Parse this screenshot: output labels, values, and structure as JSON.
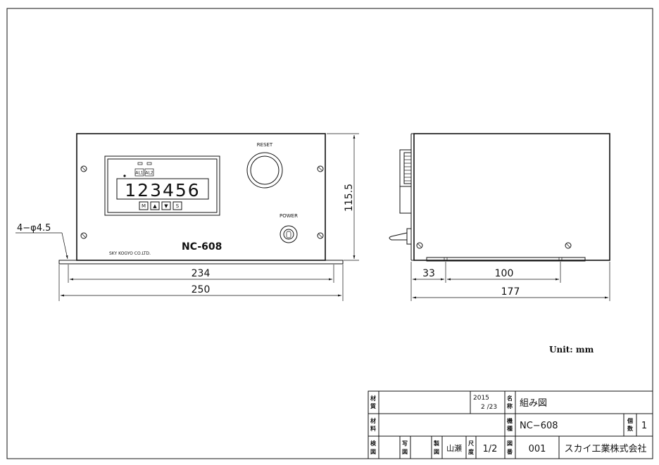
{
  "front_view": {
    "label_reset": "RESET",
    "label_power": "POWER",
    "model": "NC-608",
    "maker": "SKY KOGYO CO.LTD.",
    "display_digits": "123456",
    "alarm_labels": [
      "AL1",
      "AL2"
    ],
    "keys": [
      "M",
      "▲",
      "▼",
      "S"
    ],
    "dims": {
      "width_inner": "234",
      "width_outer": "250",
      "height": "115.5",
      "holes": "4−φ4.5"
    }
  },
  "side_view": {
    "dims": {
      "front_offset": "33",
      "hole_pitch": "100",
      "depth": "177"
    }
  },
  "unit_note": "Unit: mm",
  "title_block": {
    "material_label": [
      "材",
      "質"
    ],
    "material2_label": [
      "材",
      "料"
    ],
    "inspect_label": [
      "検",
      "図"
    ],
    "copy_label": [
      "写",
      "図"
    ],
    "draw_label": [
      "製",
      "図"
    ],
    "scale_label": [
      "尺",
      "度"
    ],
    "name_label": [
      "名",
      "称"
    ],
    "model_label": [
      "機",
      "種"
    ],
    "dwgno_label": [
      "図",
      "番"
    ],
    "qty_label": [
      "個",
      "数"
    ],
    "date_year": "2015",
    "date_md": "2 /23",
    "name": "組み図",
    "model": "NC−608",
    "qty": "1",
    "drawer": "山瀬",
    "scale": "1/2",
    "dwg_no": "001",
    "company": "スカイ工業株式会社"
  }
}
